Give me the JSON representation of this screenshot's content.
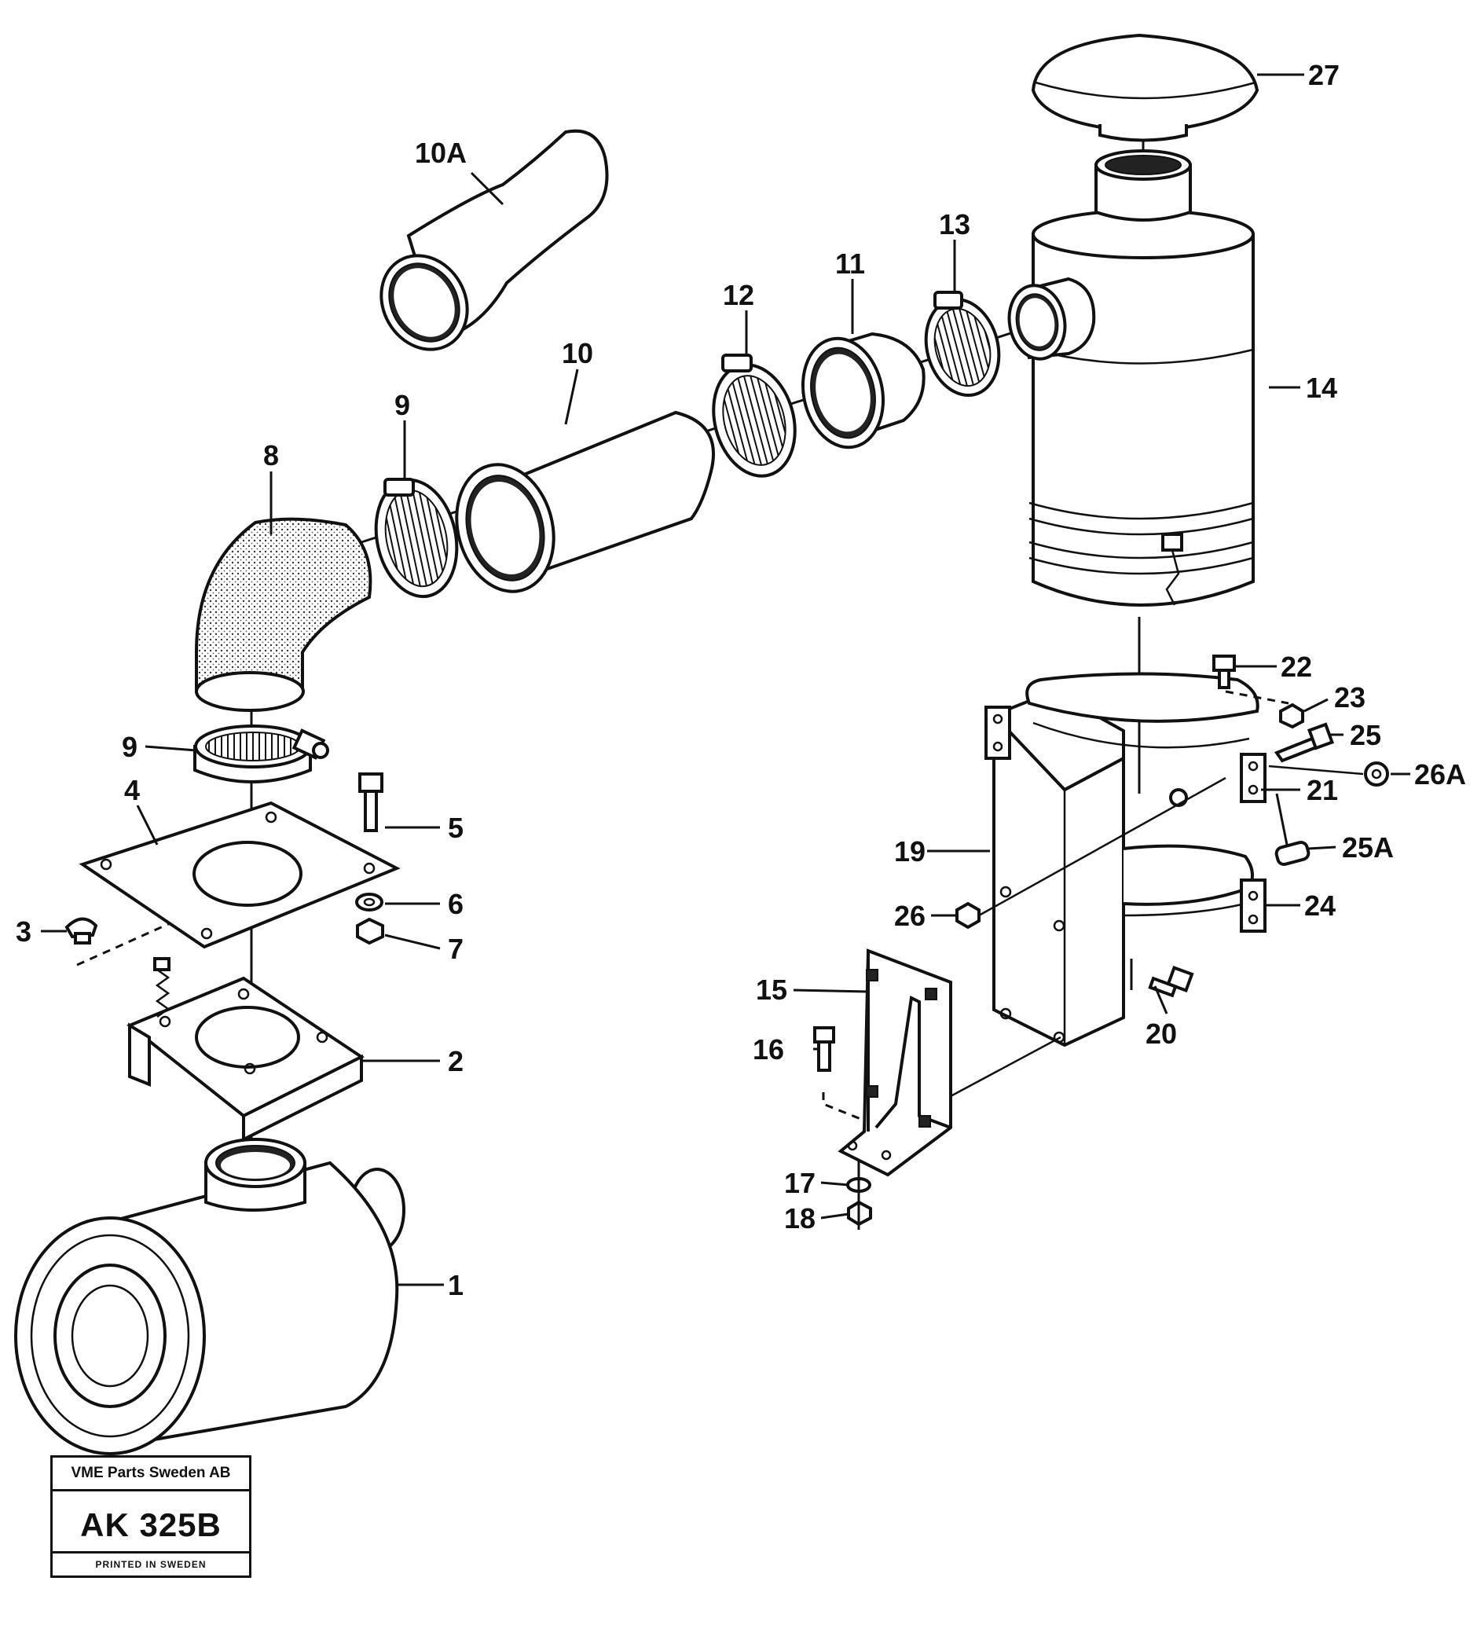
{
  "labels": {
    "p1": "1",
    "p2": "2",
    "p3": "3",
    "p4": "4",
    "p5": "5",
    "p6": "6",
    "p7": "7",
    "p8": "8",
    "p9a": "9",
    "p9b": "9",
    "p10": "10",
    "p10a": "10A",
    "p11": "11",
    "p12": "12",
    "p13": "13",
    "p14": "14",
    "p15": "15",
    "p16": "16",
    "p17": "17",
    "p18": "18",
    "p19": "19",
    "p20": "20",
    "p21": "21",
    "p22": "22",
    "p23": "23",
    "p24": "24",
    "p25": "25",
    "p25a": "25A",
    "p26": "26",
    "p26a": "26A",
    "p27": "27"
  },
  "stamp": {
    "company": "VME Parts Sweden AB",
    "code": "AK 325B",
    "footer": "PRINTED IN SWEDEN"
  }
}
